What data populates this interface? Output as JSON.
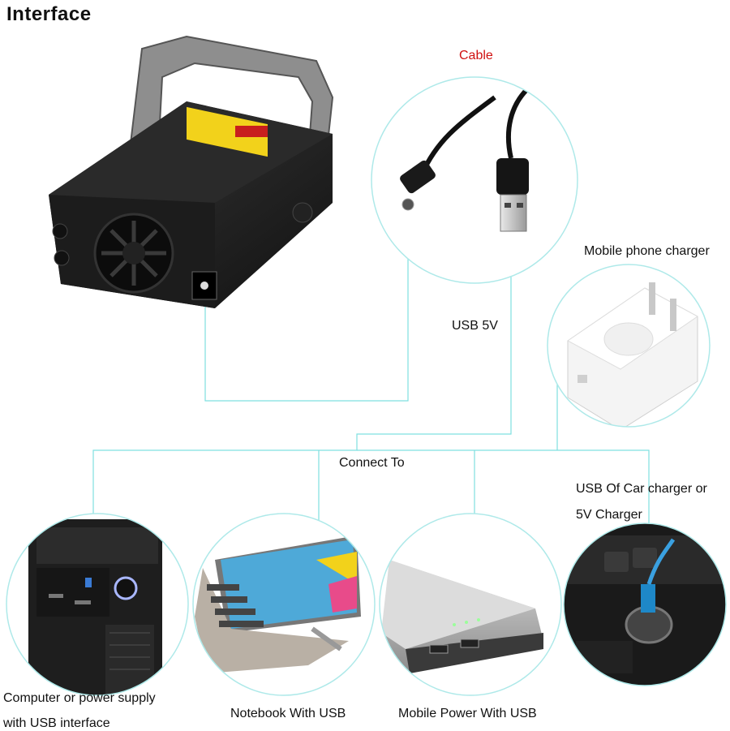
{
  "title": "Interface",
  "cable_label": "Cable",
  "usb_label": "USB 5V",
  "charger_label": "Mobile phone charger",
  "connect_label": "Connect To",
  "car_label_line1": "USB Of Car charger or",
  "car_label_line2": "5V Charger",
  "pc_label_line1": "Computer or power supply",
  "pc_label_line2": "with USB interface",
  "notebook_label": "Notebook With USB",
  "mobile_power_label": "Mobile Power With USB",
  "colors": {
    "connector_line": "#7fe0e0",
    "cable_label": "#d01010"
  },
  "icons": [
    "laser-projector",
    "usb-cable",
    "phone-charger",
    "computer-tower",
    "notebook",
    "power-bank",
    "car-charger"
  ]
}
